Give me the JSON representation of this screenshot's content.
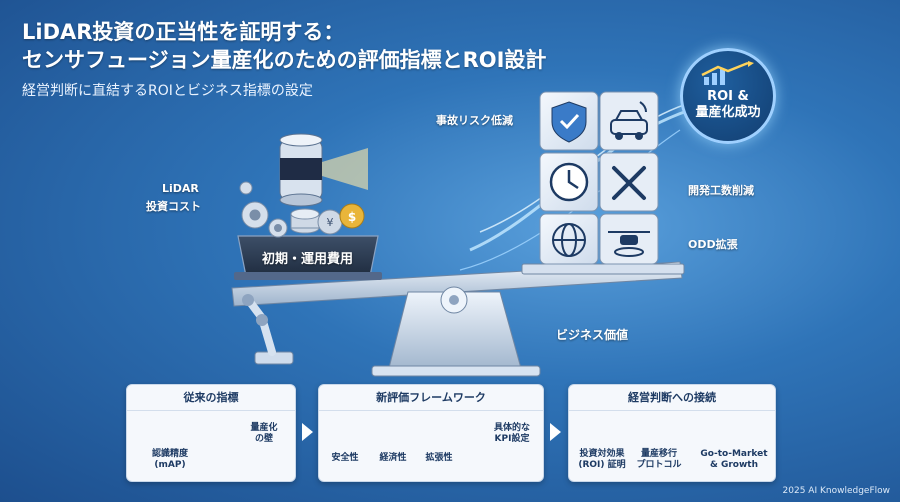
{
  "title": {
    "line1": "LiDAR投資の正当性を証明する：",
    "line2": "センサフュージョン量産化のための評価指標とROI設計",
    "subtitle": "経営判断に直結するROIとビジネス指標の設定"
  },
  "badge": {
    "line1": "ROI &",
    "line2": "量産化成功"
  },
  "left_side": {
    "cost_label_1": "LiDAR",
    "cost_label_2": "投資コスト",
    "tray_label": "初期・運用費用"
  },
  "right_side": {
    "benefit_1": "事故リスク低減",
    "benefit_2": "開発工数削減",
    "benefit_3": "ODD拡張",
    "value_label": "ビジネス価値"
  },
  "flow": {
    "box1": {
      "heading": "従来の指標",
      "cap1_a": "認識精度",
      "cap1_b": "(mAP)",
      "cap2_a": "量産化",
      "cap2_b": "の壁"
    },
    "box2": {
      "heading": "新評価フレームワーク",
      "cap1": "安全性",
      "cap2": "経済性",
      "cap3": "拡張性",
      "cap4_a": "具体的な",
      "cap4_b": "KPI設定"
    },
    "box3": {
      "heading": "経営判断への接続",
      "cap1_a": "投資対効果",
      "cap1_b": "(ROI) 証明",
      "cap2_a": "量産移行",
      "cap2_b": "プロトコル",
      "cap3_a": "Go-to-Market",
      "cap3_b": "& Growth"
    }
  },
  "credit": "2025 AI KnowledgeFlow",
  "colors": {
    "navy": "#1d3a63",
    "accent": "#3a7bc8",
    "warning": "#e8a317",
    "cross": "#d9363e",
    "coin": "#e9b53a"
  }
}
